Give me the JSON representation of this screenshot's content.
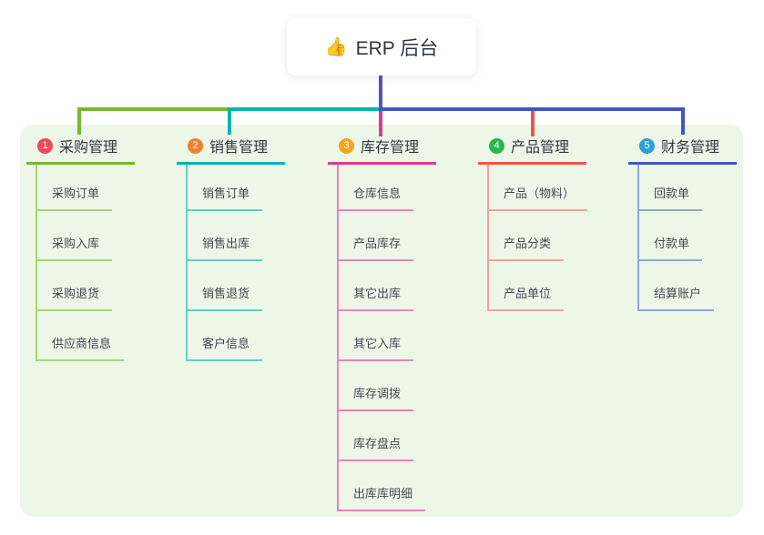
{
  "root": {
    "icon": "👍",
    "icon_name": "thumbs-up-icon",
    "title": "ERP 后台"
  },
  "canvas": {
    "background": "#edf7e8"
  },
  "connector": {
    "root_stub_color": "#4d55c6"
  },
  "branches": [
    {
      "num": "1",
      "label": "采购管理",
      "colors": {
        "badge": "#ec4a5c",
        "line": "#76b82e",
        "child_line": "#a6d573"
      },
      "children": [
        "采购订单",
        "采购入库",
        "采购退货",
        "供应商信息"
      ]
    },
    {
      "num": "2",
      "label": "销售管理",
      "colors": {
        "badge": "#f0812f",
        "line": "#00b5ab",
        "child_line": "#63cec5"
      },
      "children": [
        "销售订单",
        "销售出库",
        "销售退货",
        "客户信息"
      ]
    },
    {
      "num": "3",
      "label": "库存管理",
      "colors": {
        "badge": "#f2a31f",
        "line": "#d63d92",
        "child_line": "#ea84bc"
      },
      "children": [
        "仓库信息",
        "产品库存",
        "其它出库",
        "其它入库",
        "库存调拨",
        "库存盘点",
        "出库库明细"
      ]
    },
    {
      "num": "4",
      "label": "产品管理",
      "colors": {
        "badge": "#2cb54d",
        "line": "#f0534f",
        "child_line": "#f5a09a"
      },
      "children": [
        "产品（物料）",
        "产品分类",
        "产品单位"
      ]
    },
    {
      "num": "5",
      "label": "财务管理",
      "colors": {
        "badge": "#2e9fd8",
        "line": "#4156c4",
        "child_line": "#8da6de"
      },
      "children": [
        "回款单",
        "付款单",
        "结算账户"
      ]
    }
  ]
}
